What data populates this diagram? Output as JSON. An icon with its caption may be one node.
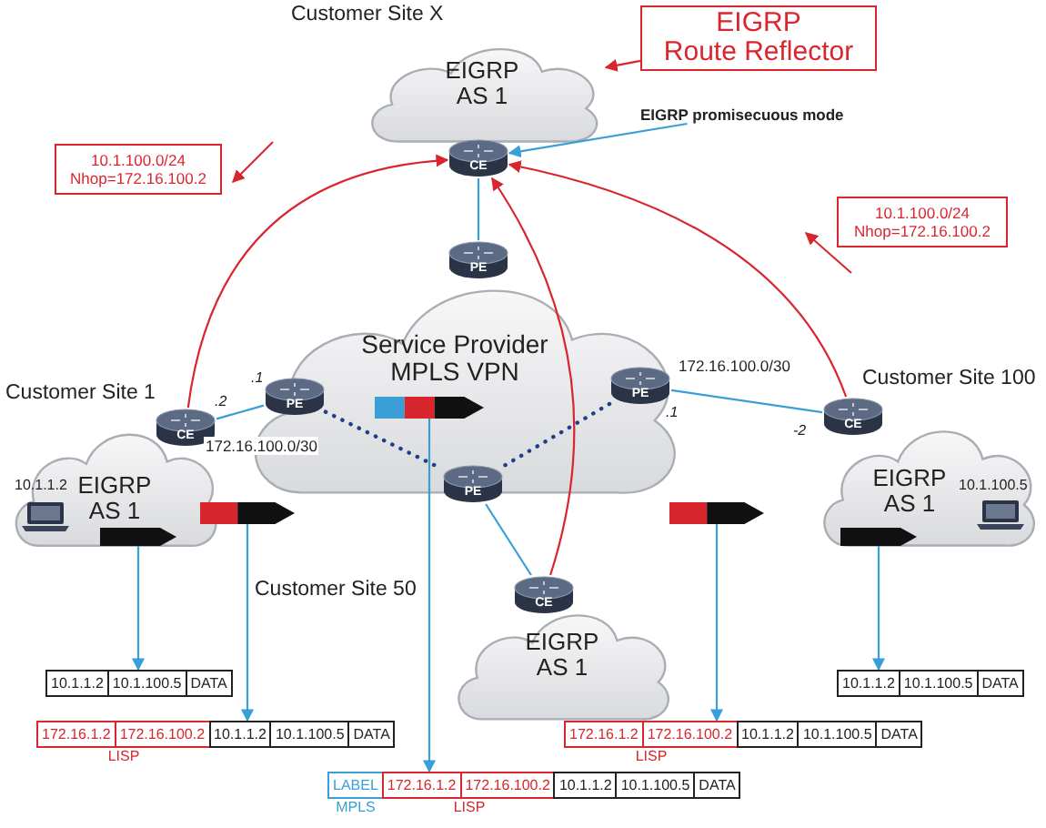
{
  "diagram": {
    "nodes": [
      {
        "text": [
          "Customer Site X",
          "EIGRP AS 1"
        ]
      },
      {
        "text": [
          "EIGRP",
          "Route Reflector"
        ]
      },
      {
        "text": [
          "EIGRP promisecuous mode"
        ]
      },
      {
        "text": [
          "CE"
        ]
      },
      {
        "text": [
          "10.1.100.0/24",
          "Nhop=172.16.100.2"
        ]
      },
      {
        "text": [
          "10.1.100.0/24",
          "Nhop=172.16.100.2"
        ]
      },
      {
        "text": [
          "PE"
        ]
      },
      {
        "text": [
          "Service Provider MPLS VPN"
        ]
      },
      {
        "text": [
          "PE"
        ],
        "in": 7
      },
      {
        "text": [],
        "shape": "arrow",
        "in": 7
      },
      {
        "text": [
          "PE"
        ],
        "in": 7
      },
      {
        "text": [
          "Customer Site 1",
          "EIGRP AS 1"
        ]
      },
      {
        "text": [
          "CE"
        ]
      },
      {
        "text": [],
        "shape": "arrow",
        "in": 11
      },
      {
        "text": [
          "Customer Site 100",
          "EIGRP AS 1"
        ]
      },
      {
        "text": [
          "CE"
        ]
      },
      {
        "text": [],
        "shape": "arrow",
        "in": 14
      },
      {
        "text": [],
        "shape": "arrow"
      },
      {
        "text": [
          "PE"
        ]
      },
      {
        "text": [],
        "shape": "arrow"
      },
      {
        "text": [
          "CE"
        ]
      },
      {
        "text": [
          "Customer Site 50",
          "EIGRP AS 1"
        ]
      },
      {
        "text": [
          "10.1.1.2",
          "10.1.100.5",
          "DATA"
        ]
      },
      {
        "text": [
          "10.1.1.2",
          "10.1.100.5",
          "DATA"
        ]
      },
      {
        "text": [
          "172.16.1.2",
          "172.16.100.2",
          "10.1.1.2",
          "10.1.100.5",
          "DATA"
        ],
        "beside": [
          "LISP"
        ]
      },
      {
        "text": [
          "172.16.1.2",
          "172.16.100.2",
          "10.1.1.2",
          "10.1.100.5",
          "DATA"
        ],
        "beside": [
          "LISP"
        ]
      },
      {
        "text": [
          "LABEL",
          "172.16.1.2",
          "172.16.100.2",
          "10.1.1.2",
          "10.1.100.5",
          "DATA"
        ],
        "beside": [
          "MPLS",
          "LISP"
        ]
      }
    ],
    "edges": [
      {
        "from": 1,
        "to": 0,
        "arrow": "to",
        "color": "#d9262e"
      },
      {
        "from": 2,
        "to": 3,
        "arrow": "to"
      },
      {
        "from": 3,
        "to": 6,
        "arrow": "none"
      },
      {
        "from": 12,
        "to": 8,
        "arrow": "none",
        "label": "172.16.100.0/30"
      },
      {
        "from": 10,
        "to": 15,
        "arrow": "none",
        "label": "172.16.100.0/30"
      },
      {
        "from": 20,
        "to": 18,
        "arrow": "none"
      },
      {
        "from": 8,
        "to": 18,
        "arrow": "none",
        "style": "dashed",
        "color": "#1f3f8a"
      },
      {
        "from": 10,
        "to": 18,
        "arrow": "none",
        "style": "dashed",
        "color": "#1f3f8a"
      },
      {
        "from": 12,
        "to": 3,
        "arrow": "to",
        "color": "#d9262e"
      },
      {
        "from": 15,
        "to": 3,
        "arrow": "to",
        "color": "#d9262e"
      },
      {
        "from": 20,
        "to": 3,
        "arrow": "to",
        "color": "#d9262e"
      },
      {
        "from": 13,
        "to": 22,
        "arrow": "to"
      },
      {
        "from": 17,
        "to": 24,
        "arrow": "to"
      },
      {
        "from": 9,
        "to": 26,
        "arrow": "to"
      },
      {
        "from": 19,
        "to": 25,
        "arrow": "to"
      },
      {
        "from": 16,
        "to": 23,
        "arrow": "to"
      }
    ],
    "labels": [
      ".1",
      ".2",
      ".1",
      "-2",
      "10.1.1.2",
      "10.1.100.5"
    ]
  }
}
